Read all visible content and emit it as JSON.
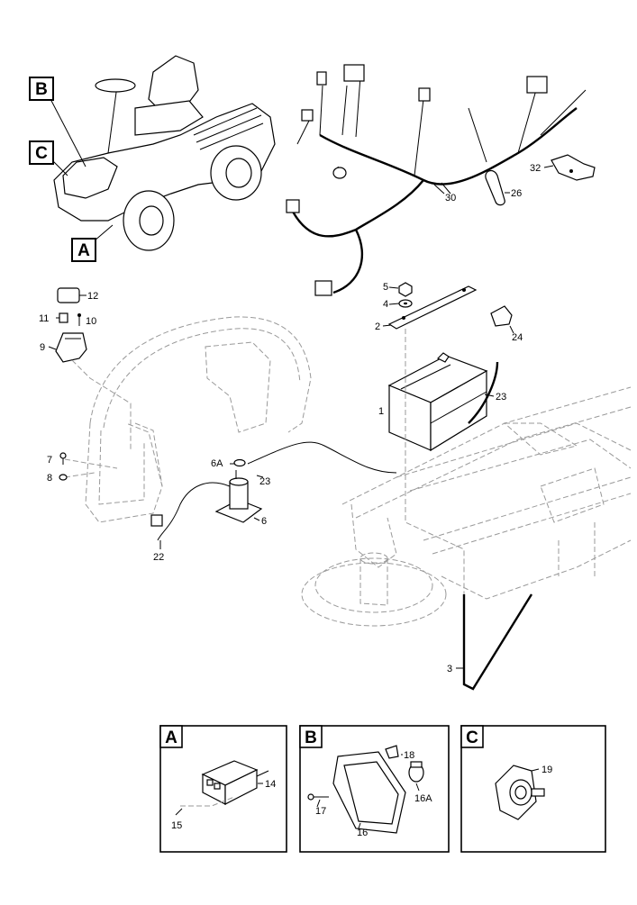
{
  "callouts": {
    "A": "A",
    "B": "B",
    "C": "C",
    "n12": "12",
    "n11": "11",
    "n10": "10",
    "n9": "9",
    "n7": "7",
    "n8": "8",
    "n5": "5",
    "n4": "4",
    "n2": "2",
    "n24": "24",
    "n1": "1",
    "n23a": "23",
    "n23b": "23",
    "n6A": "6A",
    "n6": "6",
    "n22": "22",
    "n3": "3",
    "n30": "30",
    "n26": "26",
    "n32": "32",
    "n14": "14",
    "n15": "15",
    "n18": "18",
    "n17": "17",
    "n16": "16",
    "n16A": "16A",
    "n19": "19"
  },
  "detail_panels": {
    "A_label": "A",
    "B_label": "B",
    "C_label": "C"
  }
}
